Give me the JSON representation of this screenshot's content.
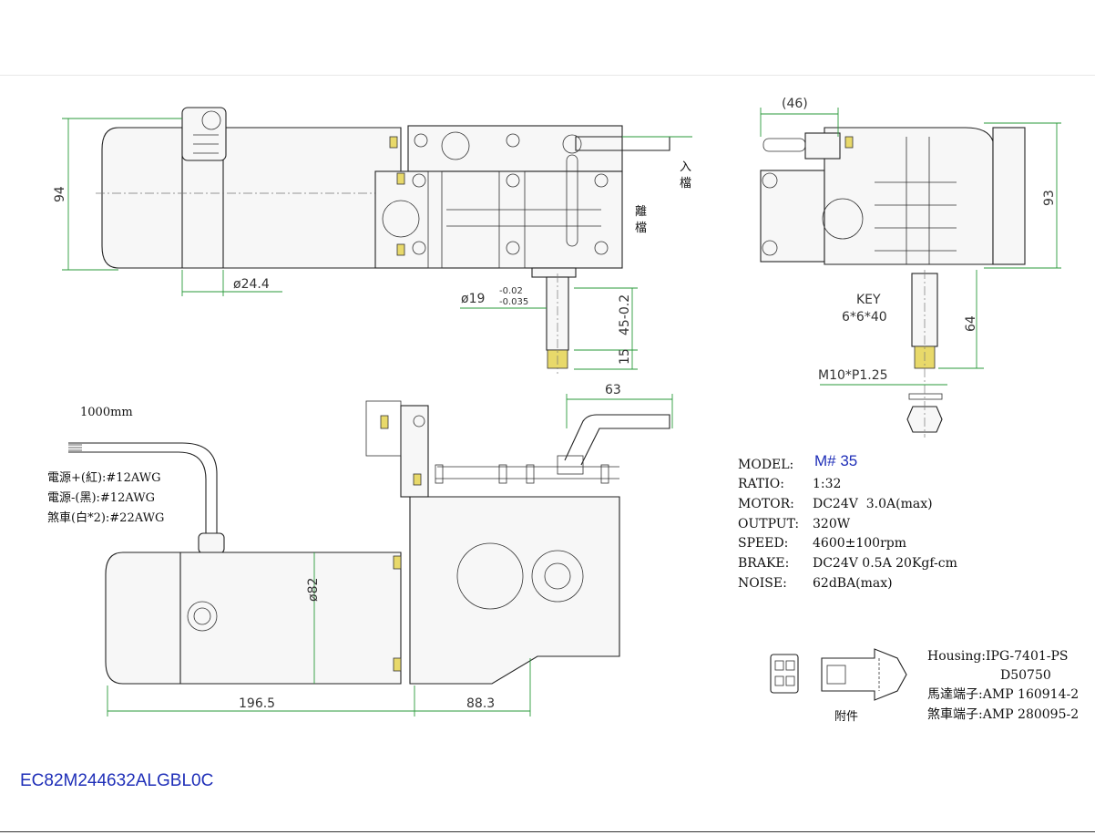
{
  "dimensions": {
    "top_view": {
      "height": "94",
      "shaft_offset": "ø24.4",
      "shaft_dia": "ø19",
      "shaft_tol_upper": "-0.02",
      "shaft_tol_lower": "-0.035",
      "shaft_len": "45-0.2",
      "shaft_tip": "15"
    },
    "side_view": {
      "width": "(46)",
      "height": "93",
      "key": "KEY",
      "key_size": "6*6*40",
      "shaft_len": "64",
      "thread": "M10*P1.25"
    },
    "front_view": {
      "lever": "63",
      "motor_dia": "ø82",
      "motor_len": "196.5",
      "gear_len": "88.3"
    }
  },
  "annotations": {
    "lever_in": "入\n檔",
    "lever_out": "離\n檔",
    "cable_length": "1000mm",
    "wire_pos": "電源+(紅):#12AWG",
    "wire_neg": "電源-(黑):#12AWG",
    "wire_brake": "煞車(白*2):#22AWG",
    "accessory": "附件"
  },
  "specs": [
    {
      "label": "MODEL:",
      "value": "M# 35"
    },
    {
      "label": "RATIO:",
      "value": "1:32"
    },
    {
      "label": "MOTOR:",
      "value": "DC24V  3.0A(max)"
    },
    {
      "label": "OUTPUT:",
      "value": "320W"
    },
    {
      "label": "SPEED:",
      "value": "4600±100rpm"
    },
    {
      "label": "BRAKE:",
      "value": "DC24V 0.5A 20Kgf-cm"
    },
    {
      "label": "NOISE:",
      "value": "62dBA(max)"
    }
  ],
  "connector": {
    "housing": "Housing:IPG-7401-PS",
    "housing_code": "D50750",
    "motor_terminal": "馬達端子:AMP 160914-2",
    "brake_terminal": "煞車端子:AMP 280095-2"
  },
  "part_number": "EC82M244632ALGBL0C"
}
